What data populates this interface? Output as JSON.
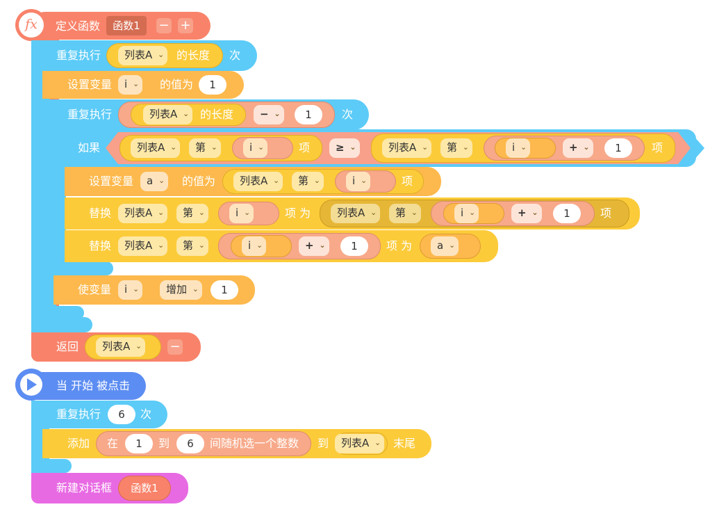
{
  "func": {
    "header_label": "定义函数",
    "name": "函数1",
    "minus": "−",
    "plus": "+",
    "fx_icon": "fx",
    "repeat_outer": {
      "label": "重复执行",
      "list": "列表A",
      "length": "的长度",
      "times": "次"
    },
    "set_i": {
      "label": "设置变量",
      "var": "i",
      "value_label": "的值为",
      "value": "1"
    },
    "repeat_inner": {
      "label": "重复执行",
      "list": "列表A",
      "length": "的长度",
      "op": "−",
      "num": "1",
      "times": "次"
    },
    "if_block": {
      "label": "如果",
      "list": "列表A",
      "nth": "第",
      "var": "i",
      "item": "项",
      "cmp": "≥",
      "list2": "列表A",
      "nth2": "第",
      "var2": "i",
      "op2": "+",
      "num2": "1",
      "item2": "项"
    },
    "set_a": {
      "label": "设置变量",
      "var": "a",
      "value_label": "的值为",
      "list": "列表A",
      "nth": "第",
      "index": "i",
      "item": "项"
    },
    "replace1": {
      "label": "替换",
      "list": "列表A",
      "nth": "第",
      "index": "i",
      "item_as": "项 为",
      "list2": "列表A",
      "nth2": "第",
      "var2": "i",
      "op": "+",
      "num": "1",
      "item": "项"
    },
    "replace2": {
      "label": "替换",
      "list": "列表A",
      "nth": "第",
      "var": "i",
      "op": "+",
      "num": "1",
      "item_as": "项 为",
      "value": "a"
    },
    "change_i": {
      "label": "使变量",
      "var": "i",
      "action": "增加",
      "value": "1"
    },
    "return_block": {
      "label": "返回",
      "list": "列表A",
      "minus": "−"
    }
  },
  "main": {
    "hat": "当 开始 被点击",
    "repeat": {
      "label": "重复执行",
      "num": "6",
      "times": "次"
    },
    "add": {
      "label": "添加",
      "in": "在",
      "from": "1",
      "to_label": "到",
      "to": "6",
      "random": "间随机选一个整数",
      "to2": "到",
      "list": "列表A",
      "end": "末尾"
    },
    "dialog": {
      "label": "新建对话框",
      "func": "函数1"
    }
  },
  "colors": {
    "func_orange": "#f8836a",
    "control_blue": "#5ccbf7",
    "data_orange": "#fdb94d",
    "list_yellow": "#fccb3a",
    "op_salmon": "#f7a98a",
    "event_blue": "#5c8df2",
    "dialog_pink": "#e86ae3",
    "chip_fill": "#fde8a8"
  }
}
